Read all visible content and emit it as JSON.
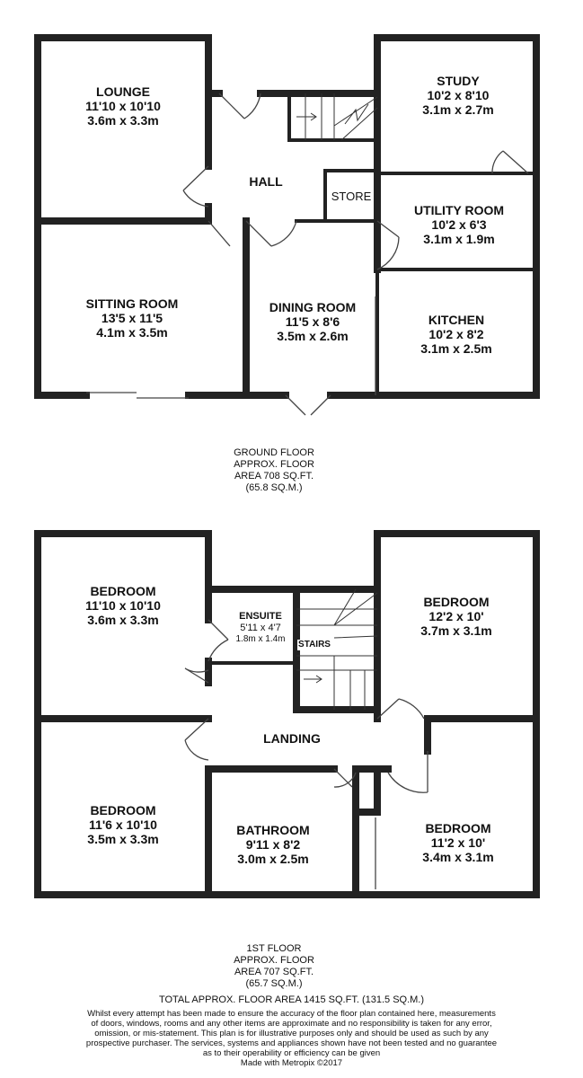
{
  "ground_floor": {
    "rooms": {
      "lounge": {
        "name": "LOUNGE",
        "imperial": "11'10 x 10'10",
        "metric": "3.6m x 3.3m"
      },
      "study": {
        "name": "STUDY",
        "imperial": "10'2 x 8'10",
        "metric": "3.1m x 2.7m"
      },
      "hall": {
        "name": "HALL"
      },
      "store": {
        "name": "STORE"
      },
      "utility": {
        "name": "UTILITY ROOM",
        "imperial": "10'2 x 6'3",
        "metric": "3.1m x 1.9m"
      },
      "sitting": {
        "name": "SITTING ROOM",
        "imperial": "13'5 x 11'5",
        "metric": "4.1m x 3.5m"
      },
      "dining": {
        "name": "DINING ROOM",
        "imperial": "11'5 x 8'6",
        "metric": "3.5m x 2.6m"
      },
      "kitchen": {
        "name": "KITCHEN",
        "imperial": "10'2 x 8'2",
        "metric": "3.1m x 2.5m"
      }
    },
    "caption": [
      "GROUND FLOOR",
      "APPROX. FLOOR",
      "AREA 708 SQ.FT.",
      "(65.8 SQ.M.)"
    ]
  },
  "first_floor": {
    "rooms": {
      "bedroom1": {
        "name": "BEDROOM",
        "imperial": "11'10 x 10'10",
        "metric": "3.6m x 3.3m"
      },
      "ensuite": {
        "name": "ENSUITE",
        "imperial": "5'11 x 4'7",
        "metric": "1.8m x 1.4m"
      },
      "stairs": {
        "name": "STAIRS"
      },
      "bedroom2": {
        "name": "BEDROOM",
        "imperial": "12'2 x 10'",
        "metric": "3.7m x 3.1m"
      },
      "landing": {
        "name": "LANDING"
      },
      "bedroom3": {
        "name": "BEDROOM",
        "imperial": "11'6 x 10'10",
        "metric": "3.5m x 3.3m"
      },
      "bathroom": {
        "name": "BATHROOM",
        "imperial": "9'11 x 8'2",
        "metric": "3.0m x 2.5m"
      },
      "bedroom4": {
        "name": "BEDROOM",
        "imperial": "11'2 x 10'",
        "metric": "3.4m x 3.1m"
      }
    },
    "caption": [
      "1ST FLOOR",
      "APPROX. FLOOR",
      "AREA 707 SQ.FT.",
      "(65.7 SQ.M.)"
    ]
  },
  "total": "TOTAL APPROX. FLOOR AREA 1415 SQ.FT. (131.5 SQ.M.)",
  "disclaimer": [
    "Whilst every attempt has been made to ensure the accuracy of the floor plan contained here, measurements",
    "of doors, windows, rooms and any other items are approximate and no responsibility is taken for any error,",
    "omission, or mis-statement. This plan is for illustrative purposes only and should be used as such by any",
    "prospective purchaser. The services, systems and appliances shown have not been tested and no guarantee",
    "as to their operability or efficiency can be given"
  ],
  "credit": "Made with Metropix ©2017"
}
